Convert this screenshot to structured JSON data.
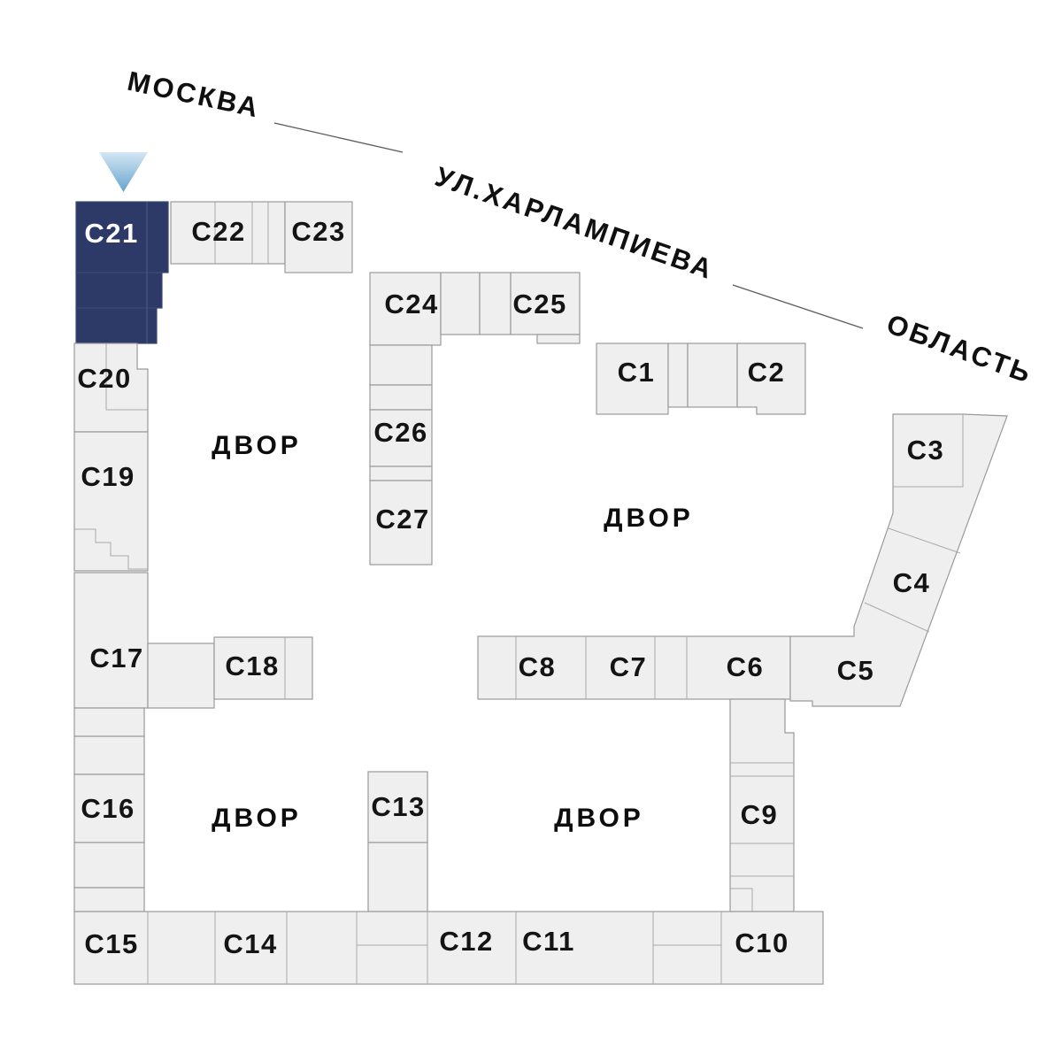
{
  "map": {
    "type": "residential-complex-site-plan",
    "highlighted_block": "C21"
  },
  "street": {
    "moscow_label": "МОСКВА",
    "street_name": "УЛ.ХАРЛАМПИЕВА",
    "oblast_label": "ОБЛАСТЬ"
  },
  "courtyard_label": "ДВОР",
  "blocks": {
    "c1": "C1",
    "c2": "C2",
    "c3": "C3",
    "c4": "C4",
    "c5": "C5",
    "c6": "C6",
    "c7": "C7",
    "c8": "C8",
    "c9": "C9",
    "c10": "C10",
    "c11": "C11",
    "c12": "C12",
    "c13": "C13",
    "c14": "C14",
    "c15": "C15",
    "c16": "C16",
    "c17": "C17",
    "c18": "C18",
    "c19": "C19",
    "c20": "C20",
    "c21": "C21",
    "c22": "C22",
    "c23": "C23",
    "c24": "C24",
    "c25": "C25",
    "c26": "C26",
    "c27": "C27"
  },
  "colors": {
    "highlight": "#2d3a67",
    "block_fill": "#efefef",
    "block_stroke": "#9a9a9a",
    "arrow_top": "#d3e6f3",
    "arrow_bottom": "#66a4cd",
    "text": "#141414",
    "background": "#ffffff"
  }
}
